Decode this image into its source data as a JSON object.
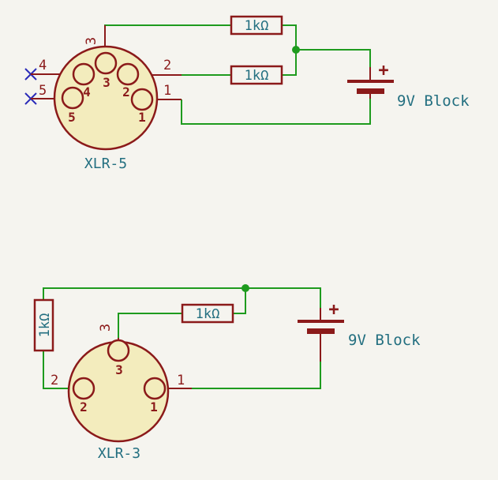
{
  "colors": {
    "background": "#f5f4ef",
    "wire": "#1e9b1e",
    "component": "#8b1a1a",
    "body_fill": "#f3ecbd",
    "label": "#236f80",
    "no_connect": "#2a2ab8"
  },
  "top": {
    "connector": {
      "name": "XLR-5",
      "pins": [
        "1",
        "2",
        "3",
        "4",
        "5"
      ],
      "pin_numbers": [
        "1",
        "2",
        "3",
        "4",
        "5"
      ]
    },
    "resistors": [
      "1kΩ",
      "1kΩ"
    ],
    "battery": {
      "label": "9V Block",
      "polarity": "+"
    }
  },
  "bottom": {
    "connector": {
      "name": "XLR-3",
      "pins": [
        "1",
        "2",
        "3"
      ],
      "pin_numbers": [
        "1",
        "2",
        "3"
      ]
    },
    "resistors": [
      "1kΩ",
      "1kΩ"
    ],
    "battery": {
      "label": "9V Block",
      "polarity": "+"
    }
  }
}
